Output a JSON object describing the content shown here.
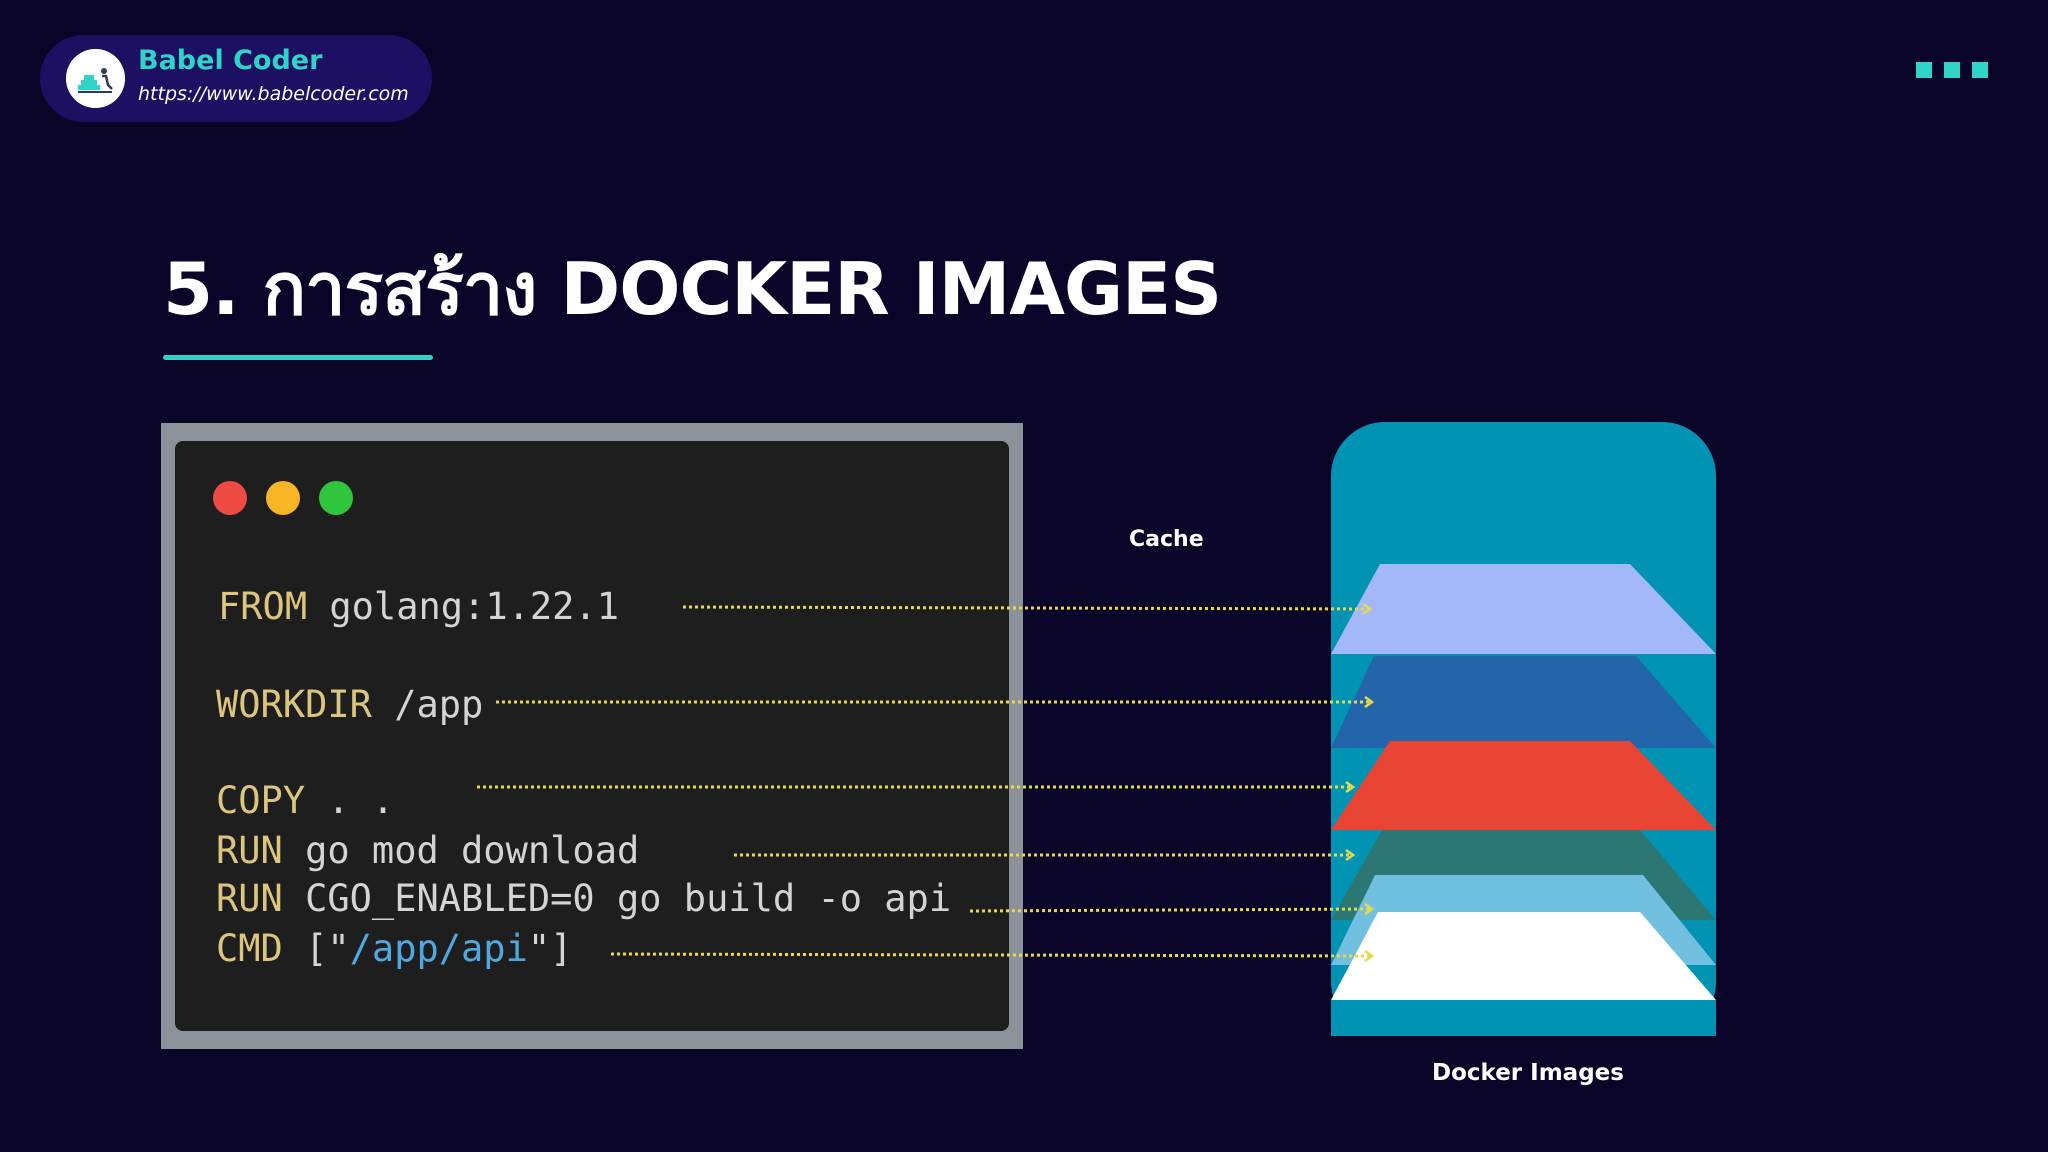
{
  "brand": {
    "name": "Babel Coder",
    "url": "https://www.babelcoder.com"
  },
  "title": "5. การสร้าง DOCKER IMAGES",
  "code": {
    "lines": [
      {
        "keyword": "FROM",
        "rest": " golang:1.22.1"
      },
      {
        "keyword": "WORKDIR",
        "rest": " /app"
      },
      {
        "keyword": "COPY",
        "rest": " . ."
      },
      {
        "keyword": "RUN",
        "rest": " go mod download"
      },
      {
        "keyword": "RUN",
        "rest": " CGO_ENABLED=0 go build -o api"
      },
      {
        "keyword": "CMD",
        "rest_before": " [\"",
        "string": "/app/api",
        "rest_after": "\"]"
      }
    ]
  },
  "labels": {
    "cache": "Cache",
    "docker_images": "Docker Images"
  },
  "colors": {
    "background": "#0a0528",
    "accent": "#2fd3c8",
    "image_container": "#0093b4",
    "arrow": "#e8d94a",
    "layers": [
      "#a2b8f9",
      "#2265ab",
      "#e84434",
      "#2c7774",
      "#72c0e0",
      "#ffffff"
    ]
  }
}
